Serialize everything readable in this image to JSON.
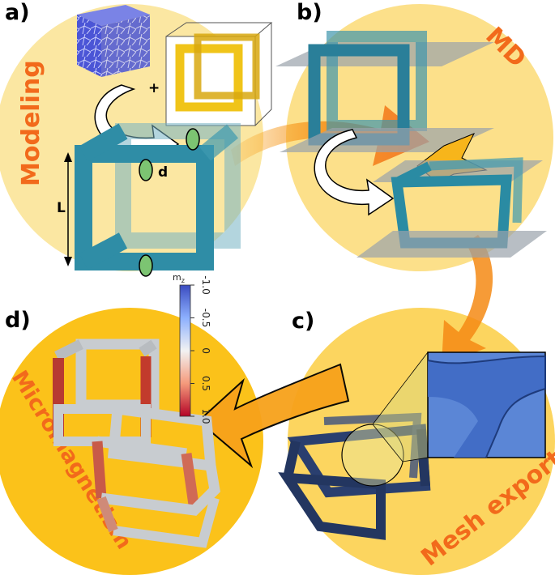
{
  "panels": {
    "a": {
      "letter": "a)",
      "title": "Modeling",
      "plus": "+",
      "dim_length": "L",
      "dim_diameter": "d"
    },
    "b": {
      "letter": "b)",
      "title": "MD"
    },
    "c": {
      "letter": "c)",
      "title": "Mesh export"
    },
    "d": {
      "letter": "d)",
      "title": "Micromagnetism"
    }
  },
  "colorbar": {
    "title": "m",
    "title_sub": "z",
    "ticks": [
      "-1.0",
      "-0.5",
      "0",
      "0.5",
      "1.0"
    ]
  },
  "colors": {
    "circle_light": "#fbe7a2",
    "circle_mid": "#fcd55f",
    "circle_deep": "#fbc21a",
    "teal": "#2f8da6",
    "gold": "#f0c419",
    "orange_arrow": "#f7a21b",
    "label_orange": "#f26a1b",
    "navy": "#2a3f6f"
  }
}
